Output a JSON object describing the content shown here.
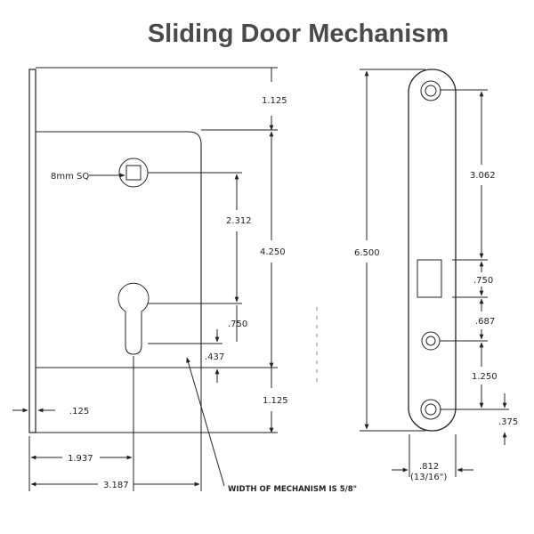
{
  "title": "Sliding Door Mechanism",
  "labels": {
    "square": "8mm SQ",
    "dim_top_margin": "1.125",
    "dim_body_height": "4.250",
    "dim_bottom_margin": "1.125",
    "dim_spindle_to_cylinder": "2.312",
    "dim_cylinder_750": ".750",
    "dim_cylinder_437": ".437",
    "dim_faceplate_thickness": ".125",
    "dim_backset": "1.937",
    "dim_depth": "3.187",
    "note_width": "WIDTH OF MECHANISM IS 5/8\"",
    "dim_plate_height": "6.500",
    "dim_top_hole_to_latch": "3.062",
    "dim_latch_height": ".750",
    "dim_latch_to_hole": ".687",
    "dim_middle_hole_to_bottom": "1.250",
    "dim_bottom_hole_offset": ".375",
    "dim_plate_width": ".812",
    "dim_plate_width_fraction": "(13/16\")"
  },
  "colors": {
    "line": "#222222",
    "title": "#4a4a4a"
  }
}
